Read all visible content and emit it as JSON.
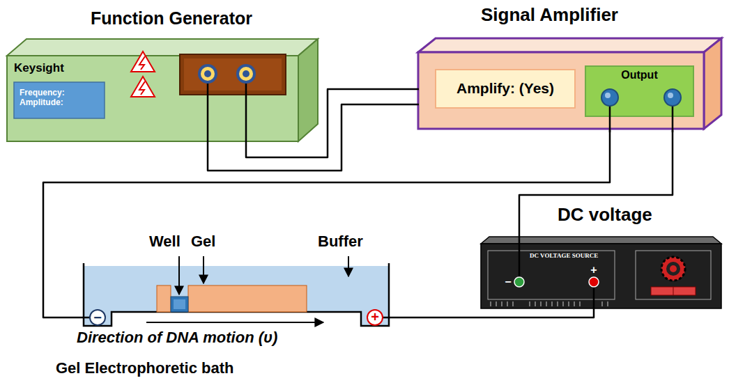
{
  "diagram": {
    "nodes": [
      {
        "text": [
          "Function Generator",
          "Keysight"
        ]
      },
      {
        "text": [
          "Frequency: Amplitude:"
        ],
        "in": 0
      },
      {
        "text": [
          "Signal Amplifier"
        ]
      },
      {
        "text": [
          "Amplify: (Yes)"
        ],
        "in": 2
      },
      {
        "text": [
          "Output"
        ],
        "in": 2
      },
      {
        "text": [
          "DC voltage",
          "DC VOLTAGE SOURCE"
        ]
      },
      {
        "text": [
          "Gel Electrophoretic bath"
        ]
      }
    ],
    "edges": [
      {
        "from": 0,
        "to": 2,
        "arrow": "none"
      },
      {
        "from": 0,
        "to": 2,
        "arrow": "none"
      },
      {
        "from": 4,
        "to": 6,
        "arrow": "none"
      },
      {
        "from": 4,
        "to": 5,
        "arrow": "none"
      },
      {
        "from": 5,
        "to": 6,
        "arrow": "none"
      }
    ],
    "labels": [
      "Well",
      "Gel",
      "Buffer",
      "Direction of DNA motion (υ)",
      "−",
      "+",
      "−",
      "+"
    ]
  }
}
